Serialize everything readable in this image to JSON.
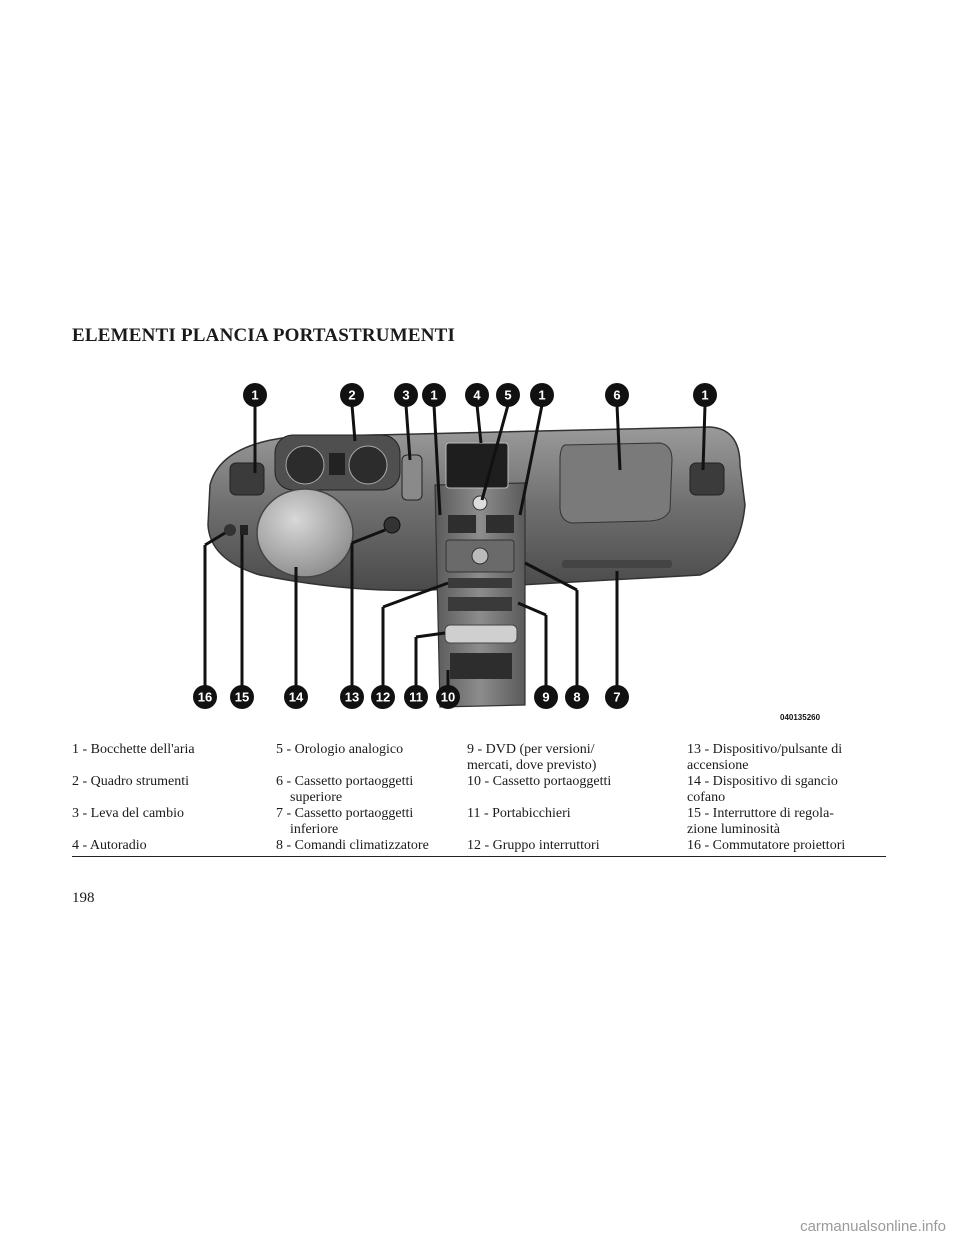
{
  "section": {
    "title": "ELEMENTI PLANCIA PORTASTRUMENTI"
  },
  "figure": {
    "code": "040135260",
    "callouts_top": [
      "1",
      "2",
      "3",
      "1",
      "4",
      "5",
      "1",
      "6",
      "1"
    ],
    "callouts_bottom": [
      "16",
      "15",
      "14",
      "13",
      "12",
      "11",
      "10",
      "9",
      "8",
      "7"
    ]
  },
  "legend": {
    "rows": [
      [
        {
          "line1": "1 - Bocchette dell'aria",
          "line2": ""
        },
        {
          "line1": "5 - Orologio analogico",
          "line2": ""
        },
        {
          "line1": "9 - DVD (per versioni/",
          "line2": "mercati, dove previsto)"
        },
        {
          "line1": "13 - Dispositivo/pulsante di",
          "line2": "accensione"
        }
      ],
      [
        {
          "line1": "2 - Quadro strumenti",
          "line2": ""
        },
        {
          "line1": "6 - Cassetto portaoggetti",
          "line2": "superiore"
        },
        {
          "line1": "10 - Cassetto portaoggetti",
          "line2": ""
        },
        {
          "line1": "14 - Dispositivo di sgancio",
          "line2": "cofano"
        }
      ],
      [
        {
          "line1": "3 - Leva del cambio",
          "line2": ""
        },
        {
          "line1": "7 - Cassetto portaoggetti",
          "line2": "inferiore"
        },
        {
          "line1": "11 - Portabicchieri",
          "line2": ""
        },
        {
          "line1": "15 - Interruttore di regola-",
          "line2": "zione luminosità"
        }
      ],
      [
        {
          "line1": "4 - Autoradio",
          "line2": ""
        },
        {
          "line1": "8 - Comandi climatizzatore",
          "line2": ""
        },
        {
          "line1": "12 - Gruppo interruttori",
          "line2": ""
        },
        {
          "line1": "16 - Commutatore proiettori",
          "line2": ""
        }
      ]
    ]
  },
  "page": {
    "number": "198"
  },
  "watermark": {
    "text": "carmanualsonline.info"
  }
}
